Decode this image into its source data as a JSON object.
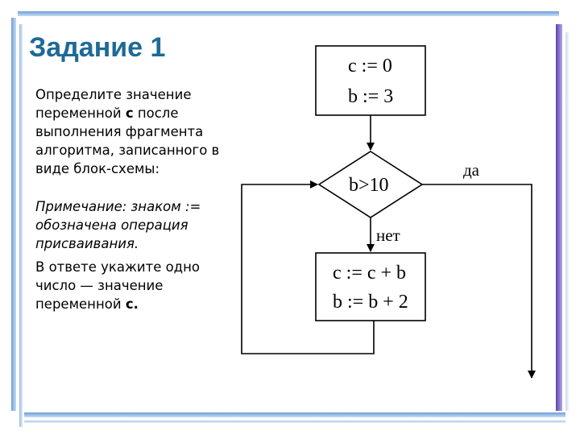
{
  "slide": {
    "title": "Задание 1",
    "para1_part1": "Определите значение переменной ",
    "para1_var": "с",
    "para1_part2": " после выполнения фрагмента алгоритма, записанного в виде блок-схемы:",
    "note": "Примечание: знаком := обозначена операция присваивания.",
    "answer_part1": "В ответе укажите одно число — значение переменной ",
    "answer_var": "с."
  },
  "flowchart": {
    "init_line1": "c := 0",
    "init_line2": "b := 3",
    "condition": "b>10",
    "yes_label": "да",
    "no_label": "нет",
    "body_line1": "c := c + b",
    "body_line2": "b := b + 2"
  },
  "colors": {
    "title": "#1e6a96",
    "frame_blue": "#6f9fd8",
    "frame_purple": "#5b3fb0"
  }
}
